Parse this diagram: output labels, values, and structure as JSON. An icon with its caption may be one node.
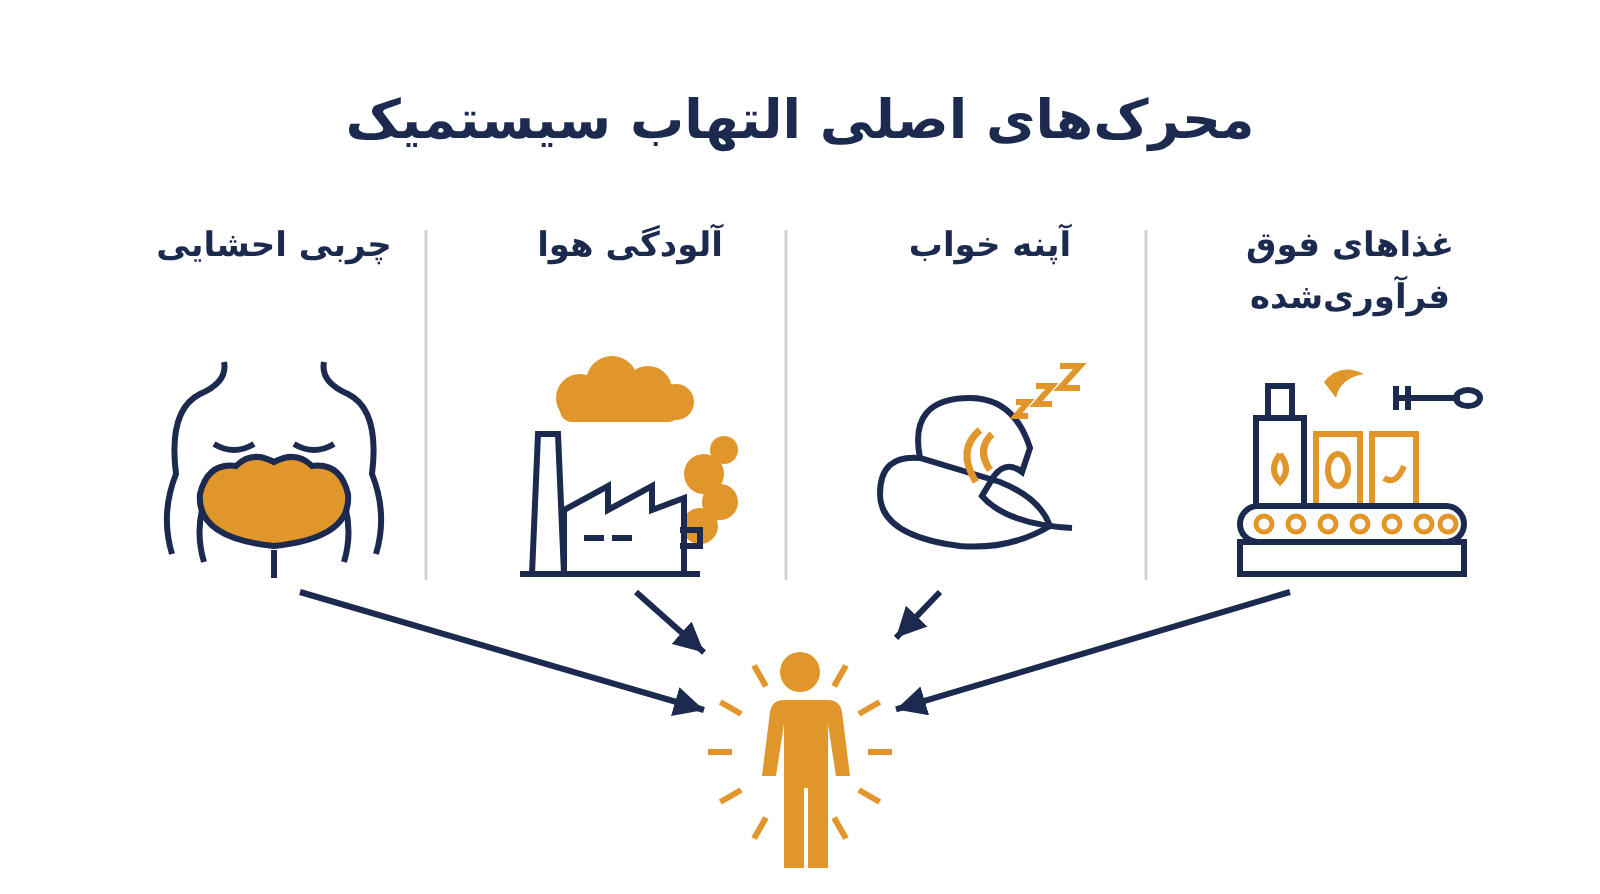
{
  "diagram": {
    "title": "محرک‌های اصلی التهاب سیستمیک",
    "nodes": [
      {
        "text": [
          "غذاهای فوق فرآوری‌شده"
        ]
      },
      {
        "text": [
          "آپنه خواب"
        ]
      },
      {
        "text": [
          "آلودگی هوا"
        ]
      },
      {
        "text": [
          "چربی احشایی"
        ]
      },
      {
        "text": [],
        "shape": "person"
      }
    ],
    "edges": [
      {
        "from": 3,
        "to": 4,
        "arrow": "to"
      },
      {
        "from": 2,
        "to": 4,
        "arrow": "to"
      },
      {
        "from": 1,
        "to": 4,
        "arrow": "to"
      },
      {
        "from": 0,
        "to": 4,
        "arrow": "to"
      }
    ]
  }
}
